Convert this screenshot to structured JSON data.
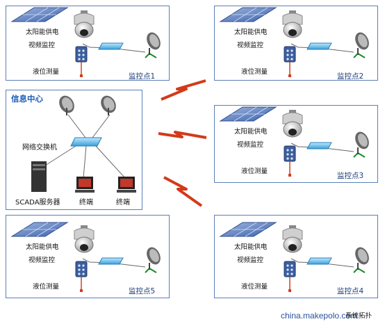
{
  "sites": [
    {
      "id": "1",
      "label_solar": "太阳能供电",
      "label_video": "视频监控",
      "label_level": "液位测量",
      "name": "监控点1"
    },
    {
      "id": "2",
      "label_solar": "太阳能供电",
      "label_video": "视频监控",
      "label_level": "液位测量",
      "name": "监控点2"
    },
    {
      "id": "3",
      "label_solar": "太阳能供电",
      "label_video": "视频监控",
      "label_level": "液位测量",
      "name": "监控点3"
    },
    {
      "id": "5",
      "label_solar": "太阳能供电",
      "label_video": "视频监控",
      "label_level": "液位测量",
      "name": "监控点5"
    },
    {
      "id": "4",
      "label_solar": "太阳能供电",
      "label_video": "视频监控",
      "label_level": "液位测量",
      "name": "监控点4"
    }
  ],
  "info_center": {
    "title": "信息中心",
    "switch_label": "网络交换机",
    "server_label": "SCADA服务器",
    "terminal1_label": "终端",
    "terminal2_label": "终端"
  },
  "watermark": "china.makepolo.com",
  "caption": "系统拓扑",
  "colors": {
    "border": "#5b7fb6",
    "lightning": "#d23a1a",
    "title": "#1f5fb5"
  }
}
